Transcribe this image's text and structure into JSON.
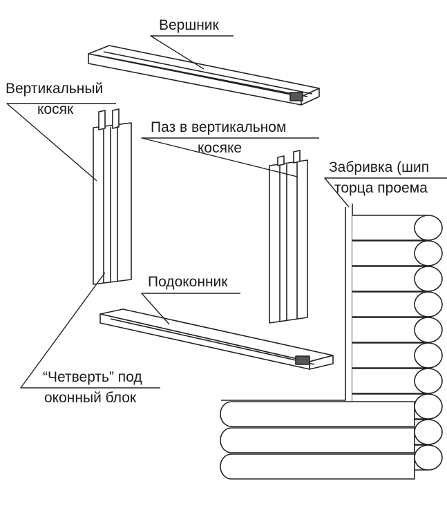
{
  "labels": {
    "top_beam": "Вершник",
    "vertical_jamb": [
      "Вертикальный",
      "косяк"
    ],
    "groove": [
      "Паз в вертикальном",
      "косяке"
    ],
    "tenon": [
      "Забривка (шип",
      "торца проема"
    ],
    "sill": "Подоконник",
    "quarter": [
      "“Четверть” под",
      "оконный блок"
    ]
  }
}
